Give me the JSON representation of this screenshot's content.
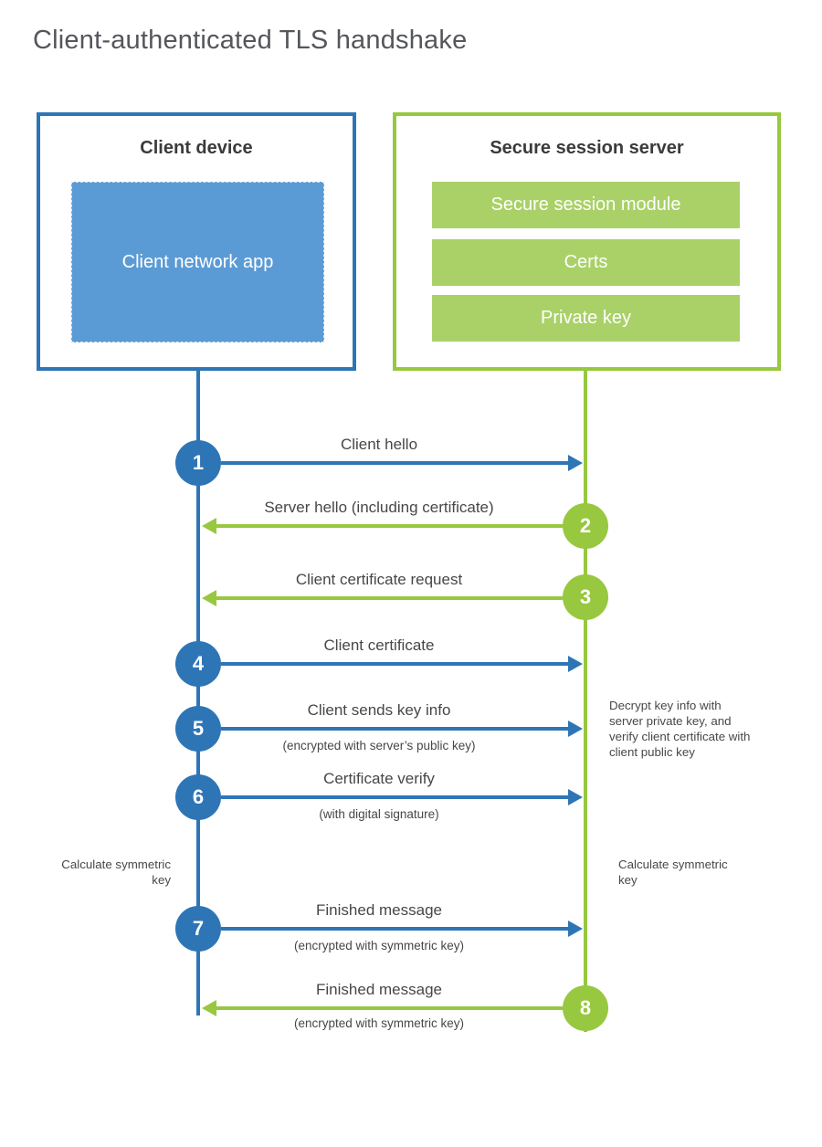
{
  "title": "Client-authenticated TLS handshake",
  "colors": {
    "blue": "#2e75b6",
    "blue_fill": "#5b9bd5",
    "green": "#97c83f",
    "green_fill": "#a9d168",
    "heading_text": "#3b3b3b",
    "label_text": "#474747",
    "title_text": "#55565b"
  },
  "client": {
    "title": "Client device",
    "app_label": "Client network app"
  },
  "server": {
    "title": "Secure session server",
    "modules": [
      {
        "label": "Secure session module"
      },
      {
        "label": "Certs"
      },
      {
        "label": "Private key"
      }
    ]
  },
  "messages": [
    {
      "num": "1",
      "direction": "right",
      "color": "blue",
      "label": "Client hello",
      "sub": ""
    },
    {
      "num": "2",
      "direction": "left",
      "color": "green",
      "label": "Server hello (including certificate)",
      "sub": ""
    },
    {
      "num": "3",
      "direction": "left",
      "color": "green",
      "label": "Client certificate request",
      "sub": ""
    },
    {
      "num": "4",
      "direction": "right",
      "color": "blue",
      "label": "Client certificate",
      "sub": ""
    },
    {
      "num": "5",
      "direction": "right",
      "color": "blue",
      "label": "Client sends key info",
      "sub": "(encrypted with server’s public key)"
    },
    {
      "num": "6",
      "direction": "right",
      "color": "blue",
      "label": "Certificate verify",
      "sub": "(with digital signature)"
    },
    {
      "num": "7",
      "direction": "right",
      "color": "blue",
      "label": "Finished message",
      "sub": "(encrypted with symmetric key)"
    },
    {
      "num": "8",
      "direction": "left",
      "color": "green",
      "label": "Finished message",
      "sub": "(encrypted with symmetric key)"
    }
  ],
  "notes": {
    "decrypt": "Decrypt key info with server private key, and verify client certificate with client public key",
    "calc_left": "Calculate symmetric key",
    "calc_right": "Calculate symmetric key"
  }
}
